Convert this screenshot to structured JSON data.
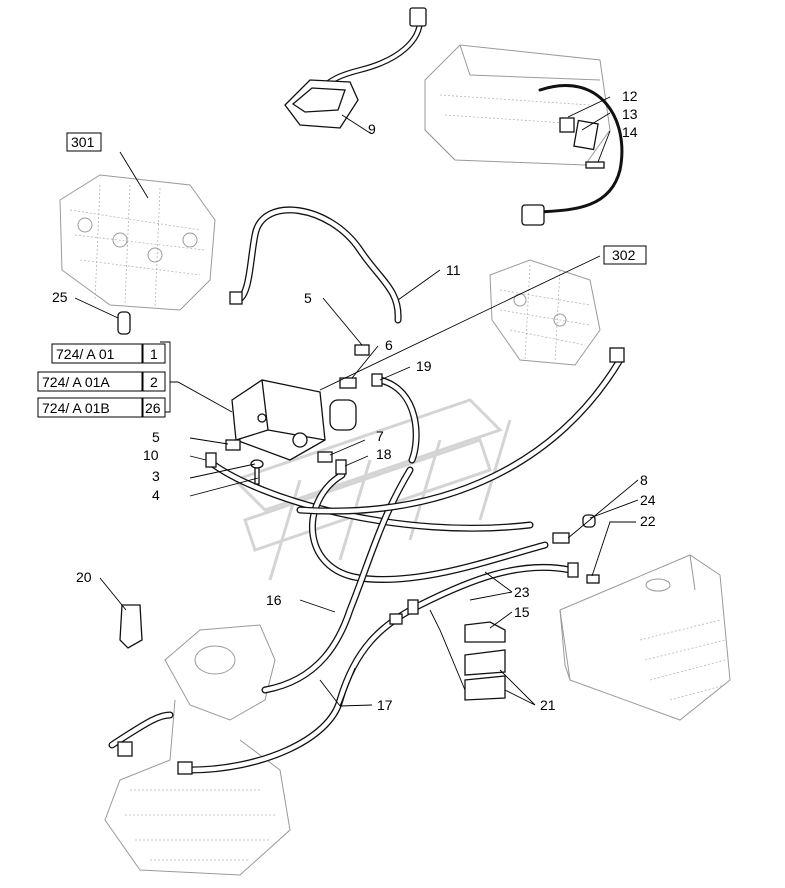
{
  "callouts": {
    "c1": "1",
    "c2": "2",
    "c3": "3",
    "c4": "4",
    "c5a": "5",
    "c5b": "5",
    "c6": "6",
    "c7": "7",
    "c8": "8",
    "c9": "9",
    "c10": "10",
    "c11": "11",
    "c12": "12",
    "c13": "13",
    "c14": "14",
    "c15": "15",
    "c16": "16",
    "c17": "17",
    "c18": "18",
    "c19": "19",
    "c20": "20",
    "c21": "21",
    "c22": "22",
    "c23": "23",
    "c24": "24",
    "c25": "25",
    "c26": "26"
  },
  "references": {
    "r301": "301",
    "r302": "302",
    "r724a": "724/ A 01",
    "r724b": "724/ A 01A",
    "r724c": "724/ A 01B"
  }
}
